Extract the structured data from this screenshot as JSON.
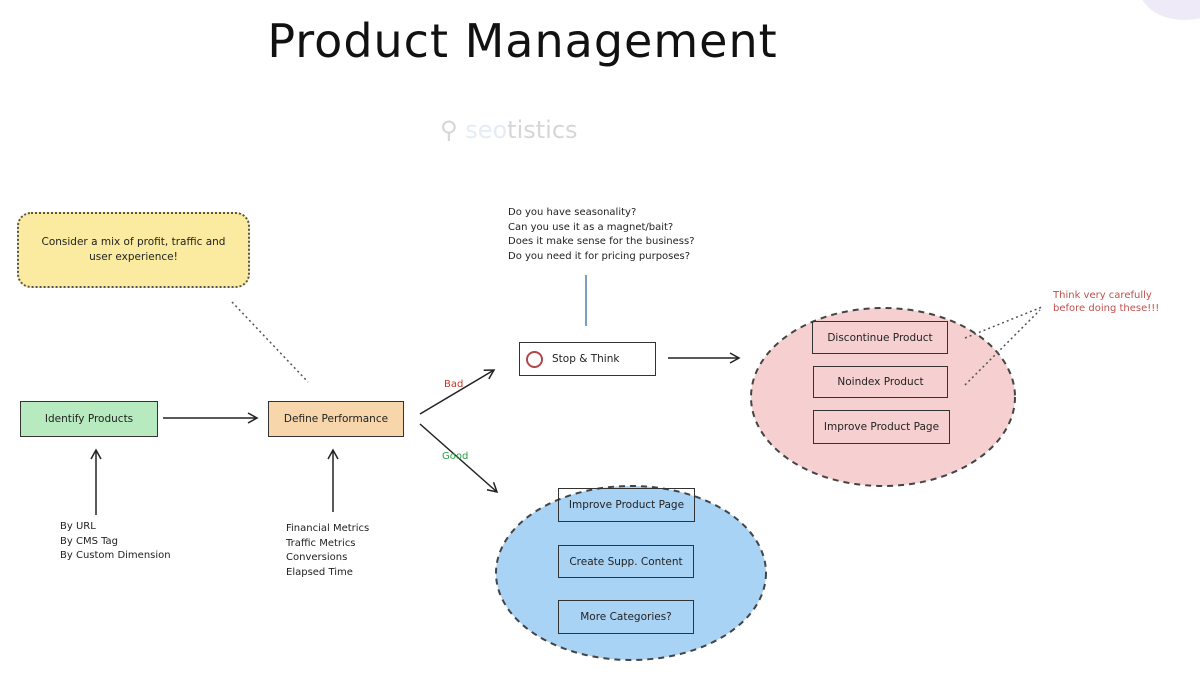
{
  "title": "Product Management",
  "watermark": {
    "prefix": "seo",
    "suffix": "tistics"
  },
  "colors": {
    "green": "#b7ebbf",
    "orange": "#f7d6ab",
    "yellow": "#fbeba0",
    "pink": "#f6d0d0",
    "blue": "#a9d3f5",
    "bad": "#c0392b",
    "good": "#2f9e44",
    "warning": "#c0504d"
  },
  "note": "Consider a mix of profit, traffic and\nuser experience!",
  "nodes": {
    "identify": "Identify Products",
    "define": "Define Performance",
    "stop": "Stop & Think"
  },
  "identify_inputs": "By URL\nBy CMS Tag\nBy Custom Dimension",
  "define_inputs": "Financial Metrics\nTraffic Metrics\nConversions\nElapsed Time",
  "questions": "Do you have seasonality?\nCan you use it as a magnet/bait?\nDoes it make sense for the business?\nDo you need it for pricing purposes?",
  "edges": {
    "bad": "Bad",
    "good": "Good"
  },
  "bad_actions": [
    "Discontinue Product",
    "Noindex Product",
    "Improve Product Page"
  ],
  "good_actions": [
    "Improve Product Page",
    "Create Supp. Content",
    "More Categories?"
  ],
  "warning": "Think very carefully\nbefore doing these!!!"
}
